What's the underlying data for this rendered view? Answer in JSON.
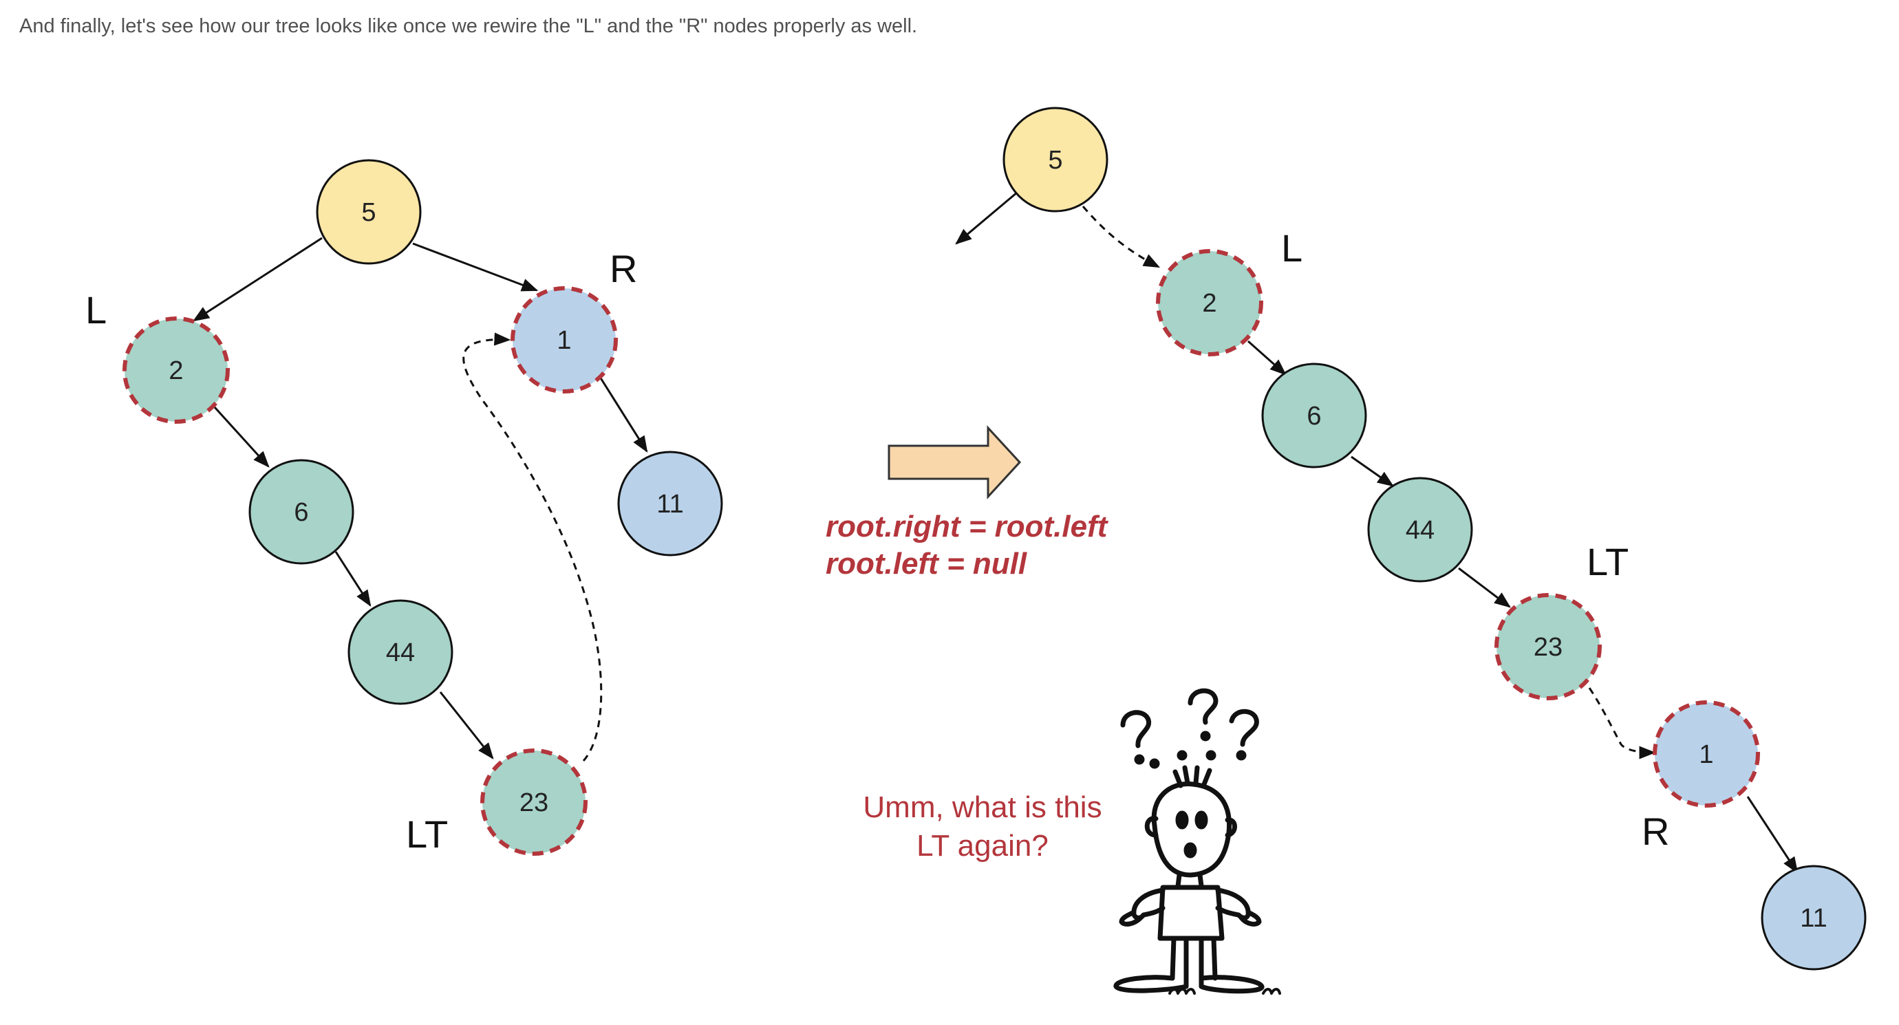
{
  "intro_text": "And finally, let's see how our tree looks like once we rewire the \"L\" and the \"R\" nodes properly as well.",
  "colors": {
    "root": "#fbe7a6",
    "left_subtree": "#a7d3c8",
    "right_subtree": "#b9d2ea",
    "highlight_border": "#b3363c",
    "arrow": "#f9d7ab",
    "text_red": "#b3363c"
  },
  "code_lines": [
    "root.right = root.left",
    "root.left = null"
  ],
  "thought": [
    "Umm, what is this",
    "LT again?"
  ],
  "before_tree": {
    "nodes": {
      "n5": "5",
      "n2": "2",
      "n1": "1",
      "n6": "6",
      "n11": "11",
      "n44": "44",
      "n23": "23"
    },
    "tags": {
      "L": "L",
      "R": "R",
      "LT": "LT"
    }
  },
  "after_tree": {
    "nodes": {
      "n5": "5",
      "n2": "2",
      "n6": "6",
      "n44": "44",
      "n23": "23",
      "n1": "1",
      "n11": "11"
    },
    "tags": {
      "L": "L",
      "LT": "LT",
      "R": "R"
    }
  },
  "icons": {
    "transform_arrow": "right-arrow-icon",
    "person": "confused-stick-figure-icon",
    "question_marks": "question-mark-icon"
  }
}
